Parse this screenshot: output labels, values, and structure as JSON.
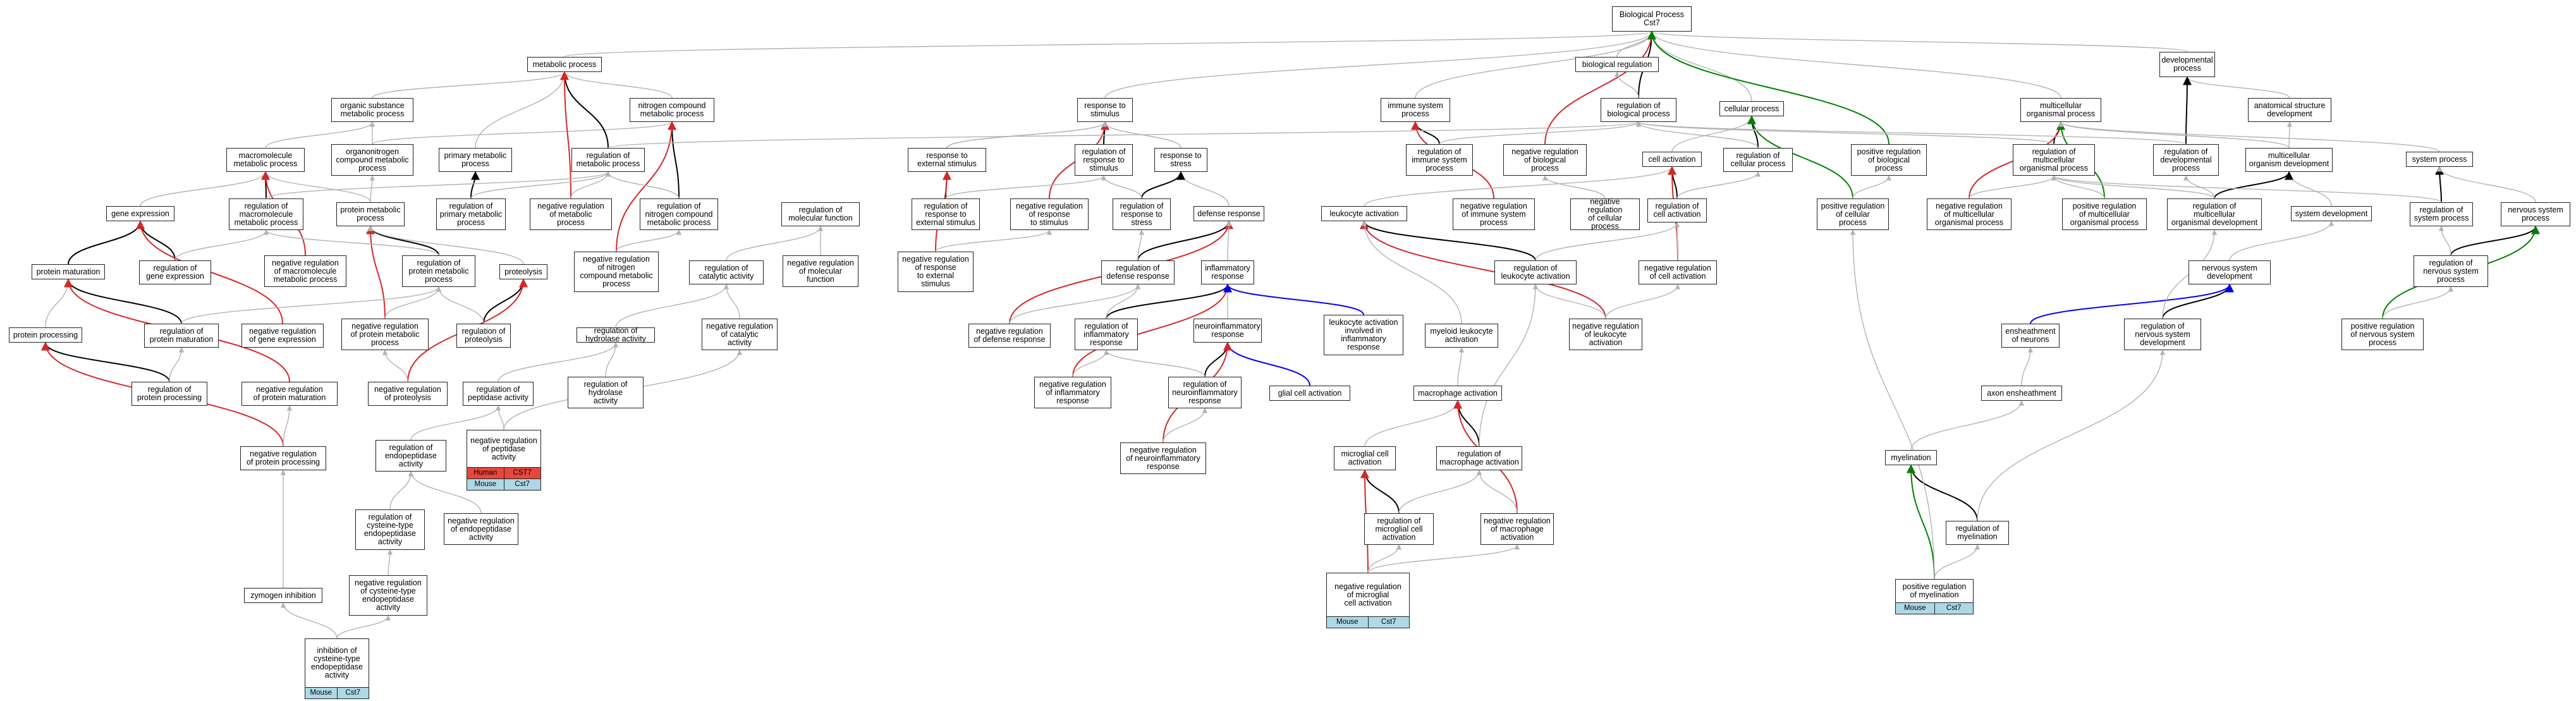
{
  "colors": {
    "is_a": "#b3b3b3",
    "part_of": "#000000",
    "negatively_regulates": "#d62728",
    "positively_regulates": "#008000",
    "regulates": "#0000ff",
    "badge_human": "#e8463b",
    "badge_mouse": "#add8e6"
  },
  "nodes": [
    {
      "id": "bp",
      "label": "Biological Process\nCst7"
    },
    {
      "id": "mp",
      "label": "metabolic process"
    },
    {
      "id": "breg",
      "label": "biological regulation"
    },
    {
      "id": "dev",
      "label": "developmental\nprocess"
    },
    {
      "id": "osm",
      "label": "organic substance\nmetabolic process"
    },
    {
      "id": "ncm",
      "label": "nitrogen compound\nmetabolic process"
    },
    {
      "id": "imm",
      "label": "immune system\nprocess"
    },
    {
      "id": "rstim",
      "label": "response to\nstimulus"
    },
    {
      "id": "rbp",
      "label": "regulation of\nbiological process"
    },
    {
      "id": "cp",
      "label": "cellular process"
    },
    {
      "id": "multi",
      "label": "multicellular\norganismal process"
    },
    {
      "id": "asd",
      "label": "anatomical structure\ndevelopment"
    },
    {
      "id": "mmp",
      "label": "macromolecule\nmetabolic process"
    },
    {
      "id": "ocm",
      "label": "organonitrogen\ncompound metabolic\nprocess"
    },
    {
      "id": "pmp",
      "label": "primary metabolic\nprocess"
    },
    {
      "id": "rmp",
      "label": "regulation of\nmetabolic process"
    },
    {
      "id": "rext",
      "label": "response to\nexternal stimulus"
    },
    {
      "id": "rrs",
      "label": "regulation of\nresponse to\nstimulus"
    },
    {
      "id": "rstress",
      "label": "response to\nstress"
    },
    {
      "id": "risp",
      "label": "regulation of\nimmune system\nprocess"
    },
    {
      "id": "nrbp",
      "label": "negative regulation\nof biological\nprocess"
    },
    {
      "id": "cact",
      "label": "cell activation"
    },
    {
      "id": "rcp",
      "label": "regulation of\ncellular process"
    },
    {
      "id": "prbp",
      "label": "positive regulation\nof biological\nprocess"
    },
    {
      "id": "rmop",
      "label": "regulation of\nmulticellular\norganismal process"
    },
    {
      "id": "rdp",
      "label": "regulation of\ndevelopmental\nprocess"
    },
    {
      "id": "ood",
      "label": "multicellular\norganism development"
    },
    {
      "id": "sysp",
      "label": "system process"
    },
    {
      "id": "ge",
      "label": "gene expression"
    },
    {
      "id": "rmmp",
      "label": "regulation of\nmacromolecule\nmetabolic process"
    },
    {
      "id": "protmp",
      "label": "protein metabolic\nprocess"
    },
    {
      "id": "rpmp",
      "label": "regulation of\nprimary metabolic\nprocess"
    },
    {
      "id": "nrmp",
      "label": "negative regulation\nof metabolic\nprocess"
    },
    {
      "id": "rncm",
      "label": "regulation of\nnitrogen compound\nmetabolic process"
    },
    {
      "id": "rmf",
      "label": "regulation of\nmolecular function"
    },
    {
      "id": "rrext",
      "label": "regulation of\nresponse to\nexternal stimulus"
    },
    {
      "id": "nrrs",
      "label": "negative regulation\nof response\nto stimulus"
    },
    {
      "id": "rrstress",
      "label": "regulation of\nresponse to\nstress"
    },
    {
      "id": "defr",
      "label": "defense response"
    },
    {
      "id": "nrisp",
      "label": "negative regulation\nof immune system\nprocess"
    },
    {
      "id": "nrcp",
      "label": "negative regulation\nof cellular\nprocess"
    },
    {
      "id": "rca",
      "label": "regulation of\ncell activation"
    },
    {
      "id": "prcp",
      "label": "positive regulation\nof cellular\nprocess"
    },
    {
      "id": "nrmop",
      "label": "negative regulation\nof multicellular\norganismal process"
    },
    {
      "id": "prmop",
      "label": "positive regulation\nof multicellular\norganismal process"
    },
    {
      "id": "rmod",
      "label": "regulation of\nmulticellular\norganismal development"
    },
    {
      "id": "sysdev",
      "label": "system development"
    },
    {
      "id": "rsysp",
      "label": "regulation of\nsystem process"
    },
    {
      "id": "nsp",
      "label": "nervous system\nprocess"
    },
    {
      "id": "pmat",
      "label": "protein maturation"
    },
    {
      "id": "rge",
      "label": "regulation of\ngene expression"
    },
    {
      "id": "nrmmp",
      "label": "negative regulation\nof macromolecule\nmetabolic process"
    },
    {
      "id": "rprotmp",
      "label": "regulation of\nprotein metabolic\nprocess"
    },
    {
      "id": "prot",
      "label": "proteolysis"
    },
    {
      "id": "nrncm",
      "label": "negative regulation\nof nitrogen\ncompound metabolic\nprocess"
    },
    {
      "id": "rcatact",
      "label": "regulation of\ncatalytic activity"
    },
    {
      "id": "nrmf",
      "label": "negative regulation\nof molecular\nfunction"
    },
    {
      "id": "nrrext",
      "label": "negative regulation\nof response\nto external\nstimulus"
    },
    {
      "id": "rdefr",
      "label": "regulation of\ndefense response"
    },
    {
      "id": "infl",
      "label": "inflammatory\nresponse"
    },
    {
      "id": "lact",
      "label": "leukocyte activation"
    },
    {
      "id": "rla",
      "label": "regulation of\nleukocyte activation"
    },
    {
      "id": "nrca",
      "label": "negative regulation\nof cell activation"
    },
    {
      "id": "nsdev",
      "label": "nervous system\ndevelopment"
    },
    {
      "id": "rnsp",
      "label": "regulation of\nnervous system\nprocess"
    },
    {
      "id": "ppr",
      "label": "protein processing"
    },
    {
      "id": "rpm",
      "label": "regulation of\nprotein maturation"
    },
    {
      "id": "nrge",
      "label": "negative regulation\nof gene expression"
    },
    {
      "id": "nrpmp",
      "label": "negative regulation\nof protein metabolic\nprocess"
    },
    {
      "id": "rprot",
      "label": "regulation of\nproteolysis"
    },
    {
      "id": "rha",
      "label": "regulation of\nhydrolase activity"
    },
    {
      "id": "nrca2",
      "label": "negative regulation\nof catalytic\nactivity"
    },
    {
      "id": "nrdefr",
      "label": "negative regulation\nof defense response"
    },
    {
      "id": "rir",
      "label": "regulation of\ninflammatory\nresponse"
    },
    {
      "id": "neuroinf",
      "label": "neuroinflammatory\nresponse"
    },
    {
      "id": "laiir",
      "label": "leukocyte activation\ninvolved in\ninflammatory\nresponse"
    },
    {
      "id": "myla",
      "label": "myeloid leukocyte\nactivation"
    },
    {
      "id": "nrla",
      "label": "negative regulation\nof leukocyte\nactivation"
    },
    {
      "id": "ens",
      "label": "ensheathment\nof neurons"
    },
    {
      "id": "rnsd",
      "label": "regulation of\nnervous system\ndevelopment"
    },
    {
      "id": "prnsp",
      "label": "positive regulation\nof nervous system\nprocess"
    },
    {
      "id": "rpp",
      "label": "regulation of\nprotein processing"
    },
    {
      "id": "nrpm",
      "label": "negative regulation\nof protein maturation"
    },
    {
      "id": "nrprot",
      "label": "negative regulation\nof proteolysis"
    },
    {
      "id": "rpa",
      "label": "regulation of\npeptidase activity"
    },
    {
      "id": "rhyd",
      "label": "regulation of\nhydrolase\nactivity"
    },
    {
      "id": "nrir",
      "label": "negative regulation\nof inflammatory\nresponse"
    },
    {
      "id": "rnir",
      "label": "regulation of\nneuroinflammatory\nresponse"
    },
    {
      "id": "glia",
      "label": "glial cell activation"
    },
    {
      "id": "mact",
      "label": "macrophage activation"
    },
    {
      "id": "axens",
      "label": "axon ensheathment"
    },
    {
      "id": "nrpa",
      "label": "negative regulation\nof peptidase\nactivity",
      "badges": [
        [
          "Human",
          "CST7"
        ],
        [
          "Mouse",
          "Cst7"
        ]
      ]
    },
    {
      "id": "rea",
      "label": "regulation of\nendopeptidase\nactivity"
    },
    {
      "id": "nrnir",
      "label": "negative regulation\nof neuroinflammatory\nresponse"
    },
    {
      "id": "mcact",
      "label": "microglial cell\nactivation"
    },
    {
      "id": "rmact",
      "label": "regulation of\nmacrophage activation"
    },
    {
      "id": "myel",
      "label": "myelination"
    },
    {
      "id": "nrpp",
      "label": "negative regulation\nof protein processing"
    },
    {
      "id": "rcea",
      "label": "regulation of\ncysteine-type\nendopeptidase\nactivity"
    },
    {
      "id": "nrea",
      "label": "negative regulation\nof endopeptidase\nactivity"
    },
    {
      "id": "rmca",
      "label": "regulation of\nmicroglial cell\nactivation"
    },
    {
      "id": "nrma",
      "label": "negative regulation\nof macrophage\nactivation"
    },
    {
      "id": "rmyel",
      "label": "regulation of\nmyelination"
    },
    {
      "id": "zym",
      "label": "zymogen inhibition"
    },
    {
      "id": "nrcea",
      "label": "negative regulation\nof cysteine-type\nendopeptidase\nactivity"
    },
    {
      "id": "nrmca",
      "label": "negative regulation\nof microglial\ncell activation",
      "badges": [
        [
          "Mouse",
          "Cst7"
        ]
      ]
    },
    {
      "id": "prmyel",
      "label": "positive regulation\nof myelination",
      "badges": [
        [
          "Mouse",
          "Cst7"
        ]
      ]
    },
    {
      "id": "icea",
      "label": "inhibition of\ncysteine-type\nendopeptidase\nactivity",
      "badges": [
        [
          "Mouse",
          "Cst7"
        ]
      ]
    }
  ],
  "edges": [
    [
      "mp",
      "bp",
      "is_a"
    ],
    [
      "breg",
      "bp",
      "is_a"
    ],
    [
      "dev",
      "bp",
      "is_a"
    ],
    [
      "cp",
      "bp",
      "is_a"
    ],
    [
      "multi",
      "bp",
      "is_a"
    ],
    [
      "imm",
      "bp",
      "is_a"
    ],
    [
      "rstim",
      "bp",
      "is_a"
    ],
    [
      "rbp",
      "bp",
      "part_of"
    ],
    [
      "nrbp",
      "bp",
      "negatively_regulates"
    ],
    [
      "prbp",
      "bp",
      "positively_regulates"
    ],
    [
      "rbp",
      "breg",
      "is_a"
    ],
    [
      "osm",
      "mp",
      "is_a"
    ],
    [
      "ncm",
      "mp",
      "is_a"
    ],
    [
      "pmp",
      "mp",
      "is_a"
    ],
    [
      "mmp",
      "osm",
      "is_a"
    ],
    [
      "ocm",
      "osm",
      "is_a"
    ],
    [
      "ocm",
      "ncm",
      "is_a"
    ],
    [
      "rmp",
      "mp",
      "part_of"
    ],
    [
      "nrmp",
      "mp",
      "negatively_regulates"
    ],
    [
      "rncm",
      "ncm",
      "part_of"
    ],
    [
      "nrncm",
      "ncm",
      "negatively_regulates"
    ],
    [
      "rstress",
      "rstim",
      "is_a"
    ],
    [
      "rext",
      "rstim",
      "is_a"
    ],
    [
      "rrs",
      "rstim",
      "part_of"
    ],
    [
      "nrrs",
      "rstim",
      "negatively_regulates"
    ],
    [
      "risp",
      "imm",
      "part_of"
    ],
    [
      "nrisp",
      "imm",
      "negatively_regulates"
    ],
    [
      "cact",
      "cp",
      "is_a"
    ],
    [
      "rcp",
      "cp",
      "part_of"
    ],
    [
      "prcp",
      "cp",
      "positively_regulates"
    ],
    [
      "rmop",
      "multi",
      "part_of"
    ],
    [
      "nrmop",
      "multi",
      "negatively_regulates"
    ],
    [
      "prmop",
      "multi",
      "positively_regulates"
    ],
    [
      "asd",
      "dev",
      "is_a"
    ],
    [
      "rdp",
      "dev",
      "part_of"
    ],
    [
      "ood",
      "asd",
      "is_a"
    ],
    [
      "ood",
      "multi",
      "is_a"
    ],
    [
      "sysp",
      "multi",
      "is_a"
    ],
    [
      "sysdev",
      "ood",
      "is_a"
    ],
    [
      "rmod",
      "ood",
      "part_of"
    ],
    [
      "ge",
      "mmp",
      "is_a"
    ],
    [
      "protmp",
      "mmp",
      "is_a"
    ],
    [
      "protmp",
      "ocm",
      "is_a"
    ],
    [
      "rmmp",
      "mmp",
      "part_of"
    ],
    [
      "rpmp",
      "pmp",
      "part_of"
    ],
    [
      "nrmmp",
      "mmp",
      "negatively_regulates"
    ],
    [
      "pmat",
      "ge",
      "part_of"
    ],
    [
      "rge",
      "ge",
      "part_of"
    ],
    [
      "nrge",
      "ge",
      "negatively_regulates"
    ],
    [
      "rprotmp",
      "protmp",
      "part_of"
    ],
    [
      "nrpmp",
      "protmp",
      "negatively_regulates"
    ],
    [
      "prot",
      "protmp",
      "is_a"
    ],
    [
      "ppr",
      "pmat",
      "is_a"
    ],
    [
      "rpm",
      "pmat",
      "part_of"
    ],
    [
      "nrpm",
      "pmat",
      "negatively_regulates"
    ],
    [
      "rpp",
      "ppr",
      "part_of"
    ],
    [
      "nrpp",
      "ppr",
      "negatively_regulates"
    ],
    [
      "rprot",
      "prot",
      "part_of"
    ],
    [
      "nrprot",
      "prot",
      "negatively_regulates"
    ],
    [
      "rext",
      "rstim",
      "is_a"
    ],
    [
      "rrext",
      "rext",
      "part_of"
    ],
    [
      "nrrext",
      "rext",
      "negatively_regulates"
    ],
    [
      "defr",
      "rstress",
      "is_a"
    ],
    [
      "rrstress",
      "rstress",
      "part_of"
    ],
    [
      "rdefr",
      "defr",
      "part_of"
    ],
    [
      "nrdefr",
      "defr",
      "negatively_regulates"
    ],
    [
      "infl",
      "defr",
      "is_a"
    ],
    [
      "rir",
      "infl",
      "part_of"
    ],
    [
      "nrir",
      "infl",
      "negatively_regulates"
    ],
    [
      "neuroinf",
      "infl",
      "is_a"
    ],
    [
      "glia",
      "neuroinf",
      "regulates"
    ],
    [
      "rnir",
      "neuroinf",
      "part_of"
    ],
    [
      "nrnir",
      "neuroinf",
      "negatively_regulates"
    ],
    [
      "laiir",
      "infl",
      "regulates"
    ],
    [
      "lact",
      "cact",
      "is_a"
    ],
    [
      "rla",
      "lact",
      "part_of"
    ],
    [
      "nrla",
      "lact",
      "negatively_regulates"
    ],
    [
      "rca",
      "cact",
      "part_of"
    ],
    [
      "nrca",
      "cact",
      "negatively_regulates"
    ],
    [
      "myla",
      "lact",
      "is_a"
    ],
    [
      "mact",
      "myla",
      "is_a"
    ],
    [
      "mcact",
      "mact",
      "is_a"
    ],
    [
      "rmact",
      "mact",
      "part_of"
    ],
    [
      "nrma",
      "mact",
      "negatively_regulates"
    ],
    [
      "rmca",
      "mcact",
      "part_of"
    ],
    [
      "nrmca",
      "mcact",
      "negatively_regulates"
    ],
    [
      "nsdev",
      "sysdev",
      "is_a"
    ],
    [
      "rnsd",
      "nsdev",
      "part_of"
    ],
    [
      "ens",
      "nsdev",
      "regulates"
    ],
    [
      "axens",
      "ens",
      "is_a"
    ],
    [
      "myel",
      "axens",
      "is_a"
    ],
    [
      "rmyel",
      "myel",
      "part_of"
    ],
    [
      "prmyel",
      "myel",
      "positively_regulates"
    ],
    [
      "rsysp",
      "sysp",
      "part_of"
    ],
    [
      "nsp",
      "sysp",
      "is_a"
    ],
    [
      "rnsp",
      "nsp",
      "part_of"
    ],
    [
      "prnsp",
      "nsp",
      "positively_regulates"
    ],
    [
      "rcatact",
      "rmf",
      "is_a"
    ],
    [
      "nrmf",
      "rmf",
      "is_a"
    ],
    [
      "nrca2",
      "rcatact",
      "is_a"
    ],
    [
      "rha",
      "rcatact",
      "is_a"
    ],
    [
      "rhyd",
      "rha",
      "is_a"
    ],
    [
      "rpa",
      "rha",
      "is_a"
    ],
    [
      "nrpa",
      "rpa",
      "is_a"
    ],
    [
      "rea",
      "rpa",
      "is_a"
    ],
    [
      "nrea",
      "rea",
      "is_a"
    ],
    [
      "rcea",
      "rea",
      "is_a"
    ],
    [
      "nrcea",
      "rcea",
      "is_a"
    ],
    [
      "icea",
      "nrcea",
      "is_a"
    ],
    [
      "icea",
      "zym",
      "is_a"
    ],
    [
      "nrpa",
      "nrca2",
      "is_a"
    ],
    [
      "zym",
      "nrpp",
      "is_a"
    ],
    [
      "rcp",
      "rbp",
      "is_a"
    ],
    [
      "nrcp",
      "nrbp",
      "is_a"
    ],
    [
      "prcp",
      "prbp",
      "is_a"
    ],
    [
      "rmp",
      "rbp",
      "is_a"
    ],
    [
      "rdp",
      "rbp",
      "is_a"
    ],
    [
      "rmmp",
      "rmp",
      "is_a"
    ],
    [
      "rpmp",
      "rmp",
      "is_a"
    ],
    [
      "nrmp",
      "rmp",
      "is_a"
    ],
    [
      "rncm",
      "rmp",
      "is_a"
    ],
    [
      "nrncm",
      "rncm",
      "is_a"
    ],
    [
      "rge",
      "rmmp",
      "is_a"
    ],
    [
      "rprotmp",
      "rmmp",
      "is_a"
    ],
    [
      "rpm",
      "rprotmp",
      "is_a"
    ],
    [
      "nrpmp",
      "rprotmp",
      "is_a"
    ],
    [
      "rprot",
      "rprotmp",
      "is_a"
    ],
    [
      "nrprot",
      "nrpmp",
      "is_a"
    ],
    [
      "rpp",
      "rpm",
      "is_a"
    ],
    [
      "nrpp",
      "nrpm",
      "is_a"
    ],
    [
      "rrext",
      "rrs",
      "is_a"
    ],
    [
      "nrrext",
      "nrrs",
      "is_a"
    ],
    [
      "rrstress",
      "rrs",
      "is_a"
    ],
    [
      "rdefr",
      "rrstress",
      "is_a"
    ],
    [
      "nrdefr",
      "rdefr",
      "is_a"
    ],
    [
      "rir",
      "rdefr",
      "is_a"
    ],
    [
      "nrir",
      "rir",
      "is_a"
    ],
    [
      "rnir",
      "rir",
      "is_a"
    ],
    [
      "nrnir",
      "rnir",
      "is_a"
    ],
    [
      "risp",
      "rbp",
      "is_a"
    ],
    [
      "rla",
      "rca",
      "is_a"
    ],
    [
      "nrla",
      "rla",
      "is_a"
    ],
    [
      "nrla",
      "nrca",
      "is_a"
    ],
    [
      "rmact",
      "rla",
      "is_a"
    ],
    [
      "nrma",
      "rmact",
      "is_a"
    ],
    [
      "rmca",
      "rmact",
      "is_a"
    ],
    [
      "nrmca",
      "rmca",
      "is_a"
    ],
    [
      "nrmca",
      "nrma",
      "is_a"
    ],
    [
      "nrca",
      "rca",
      "is_a"
    ],
    [
      "rca",
      "rcp",
      "is_a"
    ],
    [
      "rmop",
      "rbp",
      "is_a"
    ],
    [
      "nrmop",
      "rmop",
      "is_a"
    ],
    [
      "prmop",
      "rmop",
      "is_a"
    ],
    [
      "rmod",
      "rmop",
      "is_a"
    ],
    [
      "rmod",
      "rdp",
      "is_a"
    ],
    [
      "rnsd",
      "rmod",
      "is_a"
    ],
    [
      "rsysp",
      "rmop",
      "is_a"
    ],
    [
      "rnsp",
      "rsysp",
      "is_a"
    ],
    [
      "prnsp",
      "rnsp",
      "is_a"
    ],
    [
      "rmyel",
      "rnsd",
      "is_a"
    ],
    [
      "prmyel",
      "rmyel",
      "is_a"
    ],
    [
      "prmyel",
      "prcp",
      "is_a"
    ]
  ]
}
